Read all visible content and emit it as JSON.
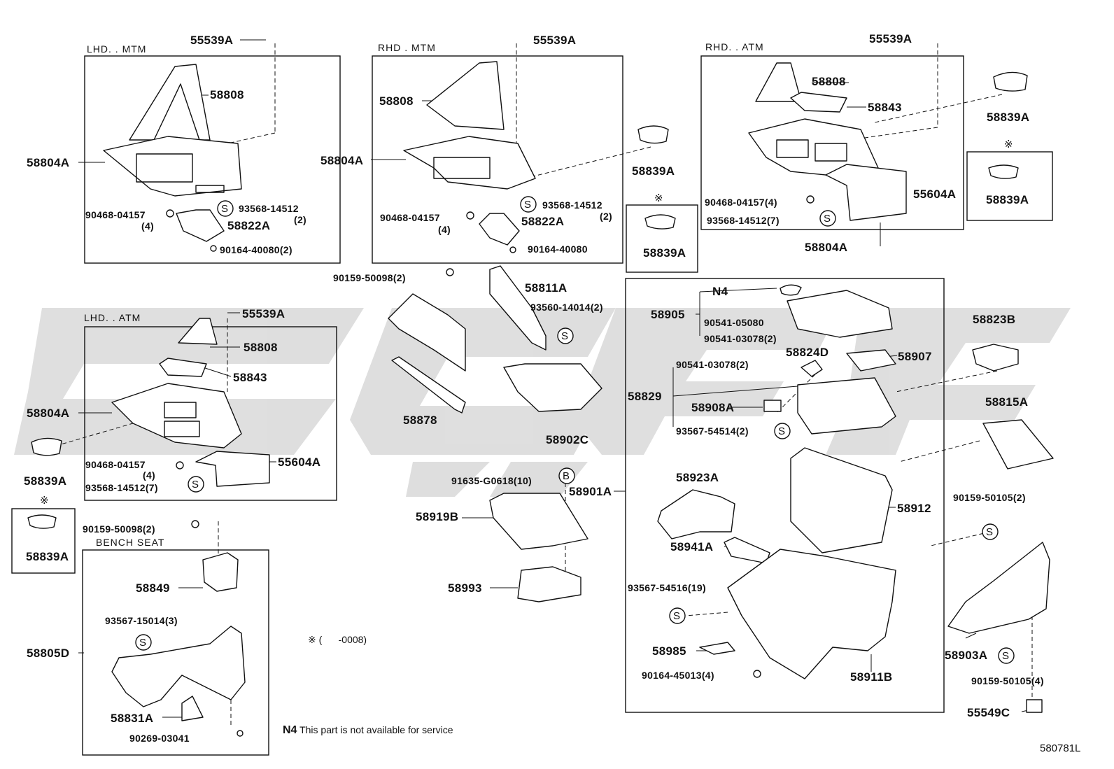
{
  "boxes": {
    "lhd_mtm": "LHD. . MTM",
    "rhd_mtm": "RHD . MTM",
    "rhd_atm": "RHD. . ATM",
    "lhd_atm": "LHD. . ATM",
    "bench_seat": "BENCH SEAT"
  },
  "labels": {
    "p55539a_1": "55539A",
    "p58808_1": "58808",
    "p58804a_1": "58804A",
    "p90468_1": "90468-04157",
    "p90468_1q": "(4)",
    "p93568_1": "93568-14512",
    "p93568_1q": "(2)",
    "p58822a_1": "58822A",
    "p90164_1": "90164-40080(2)",
    "p55539a_2": "55539A",
    "p58808_2": "58808",
    "p58804a_2": "58804A",
    "p90468_2": "90468-04157",
    "p90468_2q": "(4)",
    "p93568_2": "93568-14512",
    "p93568_2q": "(2)",
    "p58822a_2": "58822A",
    "p90164_2": "90164-40080",
    "p58839a_1": "58839A",
    "p58839a_2": "58839A",
    "p55539a_3": "55539A",
    "p58808_3": "58808",
    "p58843_3": "58843",
    "p58839a_3": "58839A",
    "p58839a_4": "58839A",
    "p90468_3": "90468-04157(4)",
    "p55604a_3": "55604A",
    "p93568_3": "93568-14512(7)",
    "p58804a_3": "58804A",
    "p55539a_4": "55539A",
    "p58808_4": "58808",
    "p58843_4": "58843",
    "p58804a_4": "58804A",
    "p90468_4": "90468-04157",
    "p90468_4q": "(4)",
    "p55604a_4": "55604A",
    "p93568_4": "93568-14512(7)",
    "p58839a_5": "58839A",
    "p58839a_6": "58839A",
    "p90159_50098_a": "90159-50098(2)",
    "p58811a": "58811A",
    "p93560": "93560-14014(2)",
    "p58878": "58878",
    "p58902c": "58902C",
    "p91635": "91635-G0618(10)",
    "p58901a": "58901A",
    "p58919b": "58919B",
    "p58993": "58993",
    "p90159_50098_b": "90159-50098(2)",
    "p58849": "58849",
    "p93567_15014": "93567-15014(3)",
    "p58805d": "58805D",
    "p58831a": "58831A",
    "p90269": "90269-03041",
    "n4": "N4",
    "p58905": "58905",
    "p90541_05080": "90541-05080",
    "p90541_03078_a": "90541-03078(2)",
    "p58824d": "58824D",
    "p58907": "58907",
    "p90541_03078_b": "90541-03078(2)",
    "p58829": "58829",
    "p58908a": "58908A",
    "p93567_54514": "93567-54514(2)",
    "p58923a": "58923A",
    "p58941a": "58941A",
    "p58912": "58912",
    "p93567_54516": "93567-54516(19)",
    "p58985": "58985",
    "p90164_45013": "90164-45013(4)",
    "p58911b": "58911B",
    "p58823b": "58823B",
    "p58815a": "58815A",
    "p90159_50105_a": "90159-50105(2)",
    "p58903a": "58903A",
    "p90159_50105_b": "90159-50105(4)",
    "p55549c": "55549C"
  },
  "symbols": {
    "ref_mark": "※",
    "s": "S",
    "b": "B"
  },
  "notes": {
    "footnote_date": "※ (      -0008)",
    "n4_prefix": "N4",
    "n4_text": "This part is not available for service",
    "figure_code": "580781L"
  },
  "colors": {
    "line": "#111111",
    "watermark": "#d9d9d9"
  }
}
